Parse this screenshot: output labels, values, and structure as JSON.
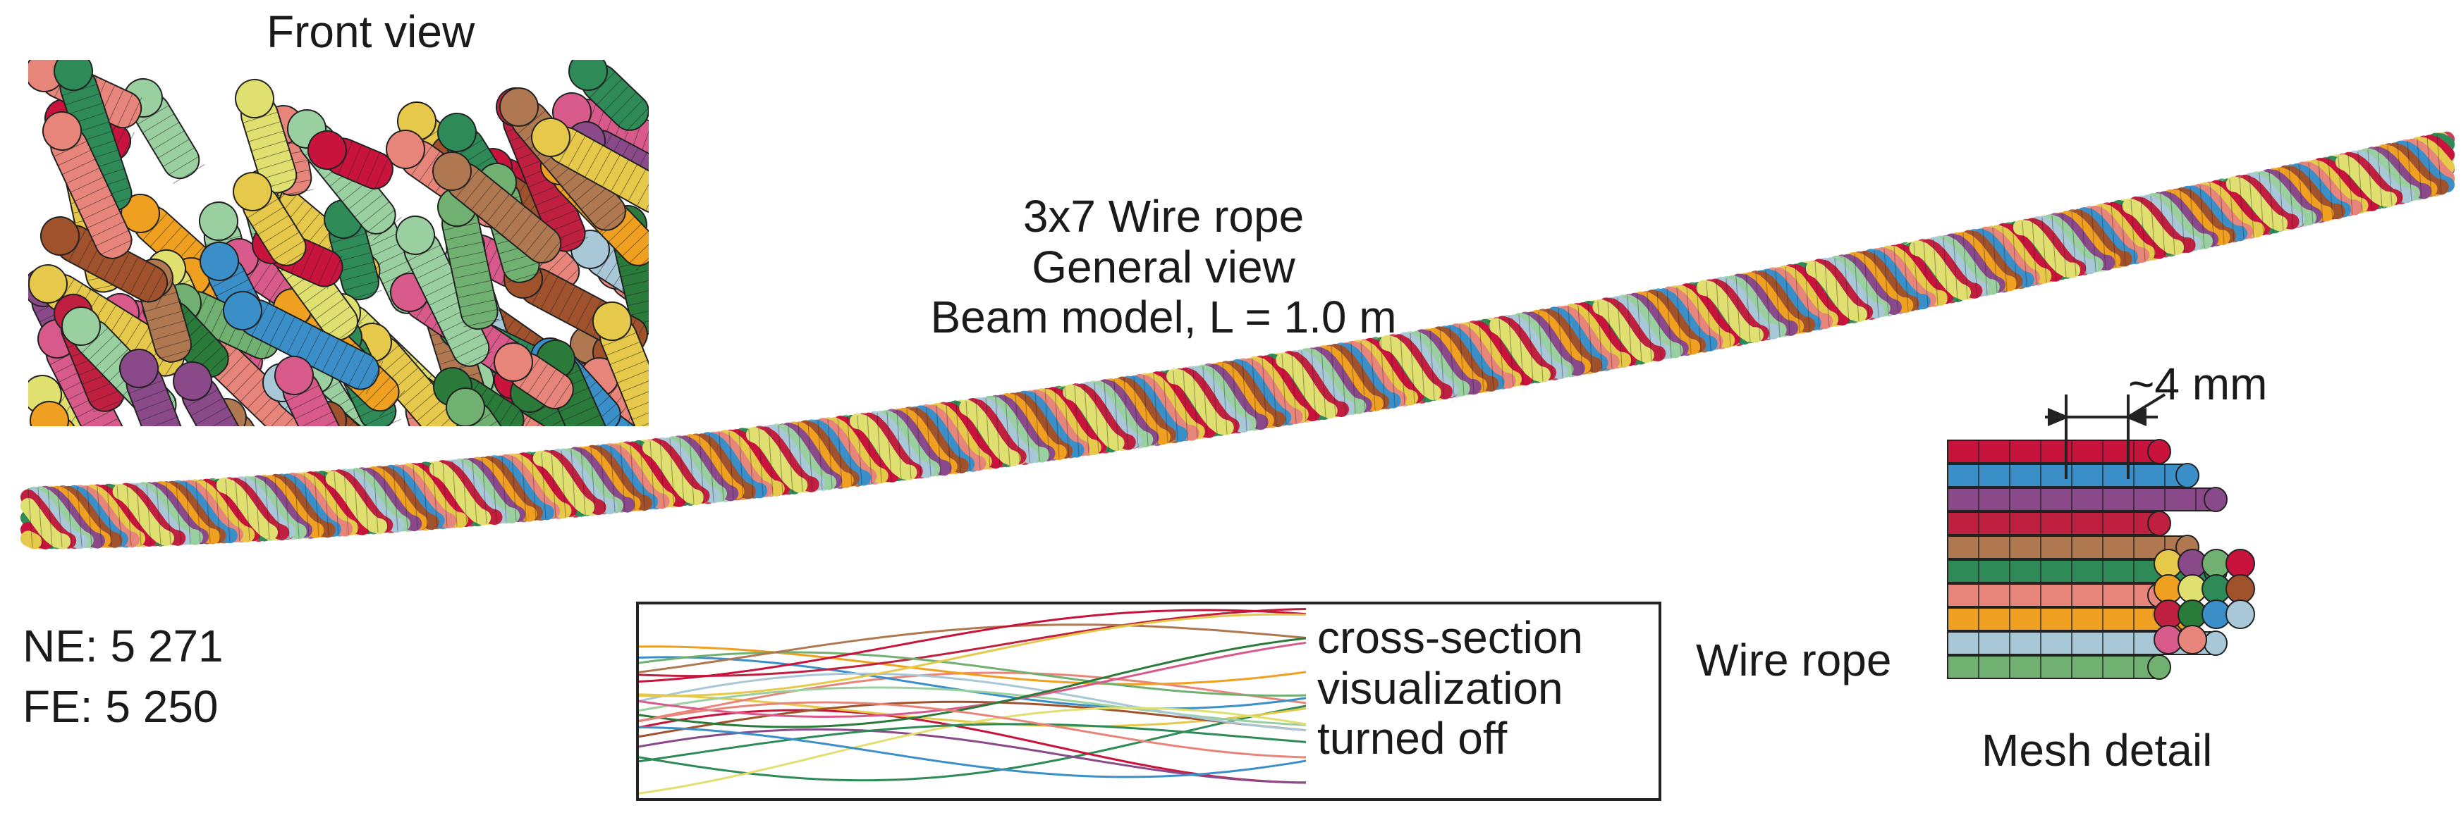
{
  "labels": {
    "front_view": "Front view",
    "title": [
      "3x7 Wire rope",
      "General view",
      "Beam model, L = 1.0 m"
    ],
    "ne": "NE: 5 271",
    "fe": "FE: 5 250",
    "inset_caption": [
      "cross-section",
      "visualization",
      "turned off"
    ],
    "wire_rope": "Wire rope",
    "mesh_detail": "Mesh detail",
    "dimension": "~4 mm"
  },
  "palette": [
    "#2e8b57",
    "#c8143c",
    "#e6c84a",
    "#e8857a",
    "#3a8fc8",
    "#a0522d",
    "#f0a020",
    "#8a4a8a",
    "#9ad0a0",
    "#a8c8d8",
    "#c02040",
    "#e0e070",
    "#70b070",
    "#b07850",
    "#d85a8a",
    "#2a7a3a"
  ]
}
